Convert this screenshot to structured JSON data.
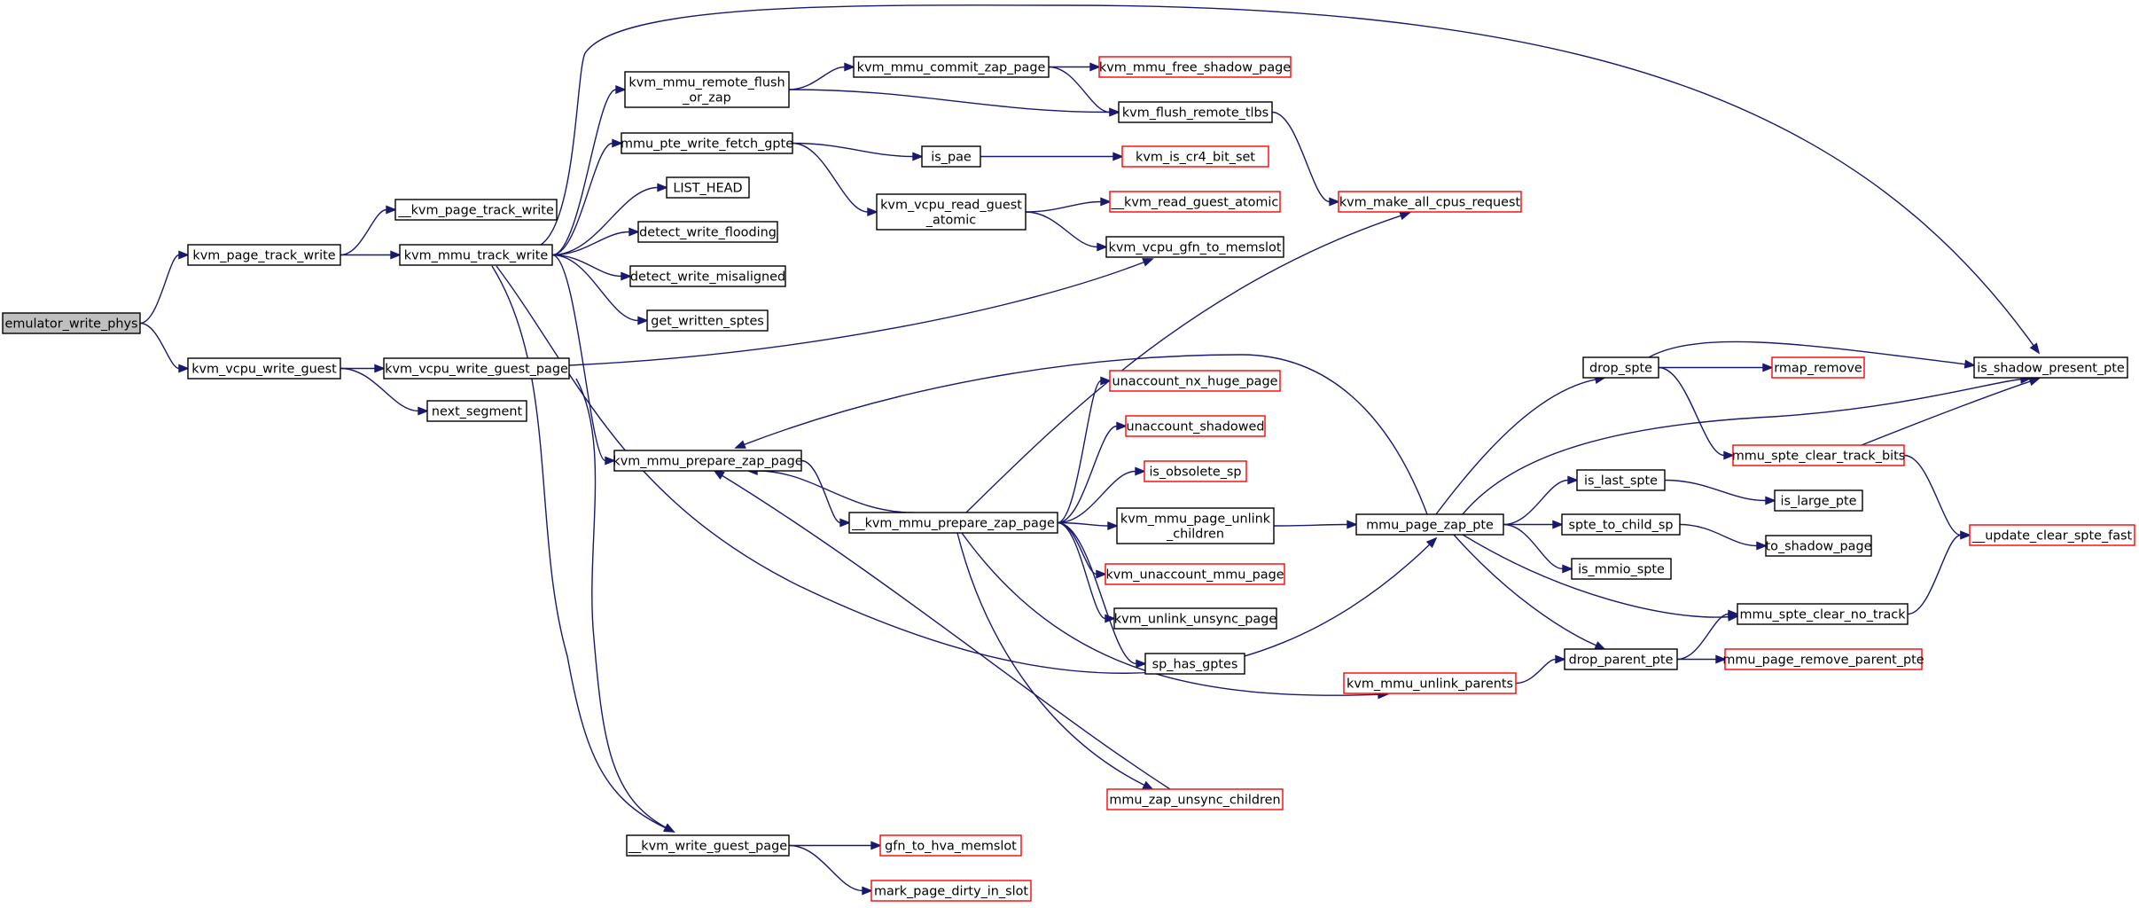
{
  "colors": {
    "root_fill": "#bfbfbf",
    "node_fill": "#ffffff",
    "node_border": "#000000",
    "link_border": "#ff0000",
    "edge": "#191970"
  },
  "nodes": [
    {
      "id": "emulator_write_phys",
      "lines": [
        "emulator_write_phys"
      ],
      "kind": "root"
    },
    {
      "id": "kvm_page_track_write",
      "lines": [
        "kvm_page_track_write"
      ],
      "kind": "normal"
    },
    {
      "id": "kvm_vcpu_write_guest",
      "lines": [
        "kvm_vcpu_write_guest"
      ],
      "kind": "normal"
    },
    {
      "id": "__kvm_page_track_write",
      "lines": [
        "__kvm_page_track_write"
      ],
      "kind": "normal"
    },
    {
      "id": "kvm_mmu_track_write",
      "lines": [
        "kvm_mmu_track_write"
      ],
      "kind": "normal"
    },
    {
      "id": "kvm_vcpu_write_guest_page",
      "lines": [
        "kvm_vcpu_write_guest_page"
      ],
      "kind": "normal"
    },
    {
      "id": "next_segment",
      "lines": [
        "next_segment"
      ],
      "kind": "normal"
    },
    {
      "id": "kvm_mmu_remote_flush_or_zap",
      "lines": [
        "kvm_mmu_remote_flush",
        "_or_zap"
      ],
      "kind": "normal"
    },
    {
      "id": "mmu_pte_write_fetch_gpte",
      "lines": [
        "mmu_pte_write_fetch_gpte"
      ],
      "kind": "normal"
    },
    {
      "id": "LIST_HEAD",
      "lines": [
        "LIST_HEAD"
      ],
      "kind": "normal"
    },
    {
      "id": "detect_write_flooding",
      "lines": [
        "detect_write_flooding"
      ],
      "kind": "normal"
    },
    {
      "id": "detect_write_misaligned",
      "lines": [
        "detect_write_misaligned"
      ],
      "kind": "normal"
    },
    {
      "id": "get_written_sptes",
      "lines": [
        "get_written_sptes"
      ],
      "kind": "normal"
    },
    {
      "id": "kvm_mmu_prepare_zap_page",
      "lines": [
        "kvm_mmu_prepare_zap_page"
      ],
      "kind": "normal"
    },
    {
      "id": "__kvm_write_guest_page",
      "lines": [
        "__kvm_write_guest_page"
      ],
      "kind": "normal"
    },
    {
      "id": "kvm_mmu_commit_zap_page",
      "lines": [
        "kvm_mmu_commit_zap_page"
      ],
      "kind": "normal"
    },
    {
      "id": "kvm_mmu_free_shadow_page",
      "lines": [
        "kvm_mmu_free_shadow_page"
      ],
      "kind": "link"
    },
    {
      "id": "kvm_flush_remote_tlbs",
      "lines": [
        "kvm_flush_remote_tlbs"
      ],
      "kind": "normal"
    },
    {
      "id": "is_pae",
      "lines": [
        "is_pae"
      ],
      "kind": "normal"
    },
    {
      "id": "kvm_is_cr4_bit_set",
      "lines": [
        "kvm_is_cr4_bit_set"
      ],
      "kind": "link"
    },
    {
      "id": "kvm_vcpu_read_guest_atomic",
      "lines": [
        "kvm_vcpu_read_guest",
        "_atomic"
      ],
      "kind": "normal"
    },
    {
      "id": "__kvm_read_guest_atomic",
      "lines": [
        "__kvm_read_guest_atomic"
      ],
      "kind": "link"
    },
    {
      "id": "kvm_vcpu_gfn_to_memslot",
      "lines": [
        "kvm_vcpu_gfn_to_memslot"
      ],
      "kind": "normal"
    },
    {
      "id": "kvm_make_all_cpus_request",
      "lines": [
        "kvm_make_all_cpus_request"
      ],
      "kind": "link"
    },
    {
      "id": "__kvm_mmu_prepare_zap_page",
      "lines": [
        "__kvm_mmu_prepare_zap_page"
      ],
      "kind": "normal"
    },
    {
      "id": "unaccount_nx_huge_page",
      "lines": [
        "unaccount_nx_huge_page"
      ],
      "kind": "link"
    },
    {
      "id": "unaccount_shadowed",
      "lines": [
        "unaccount_shadowed"
      ],
      "kind": "link"
    },
    {
      "id": "is_obsolete_sp",
      "lines": [
        "is_obsolete_sp"
      ],
      "kind": "link"
    },
    {
      "id": "kvm_mmu_page_unlink_children",
      "lines": [
        "kvm_mmu_page_unlink",
        "_children"
      ],
      "kind": "normal"
    },
    {
      "id": "kvm_unaccount_mmu_page",
      "lines": [
        "kvm_unaccount_mmu_page"
      ],
      "kind": "link"
    },
    {
      "id": "kvm_unlink_unsync_page",
      "lines": [
        "kvm_unlink_unsync_page"
      ],
      "kind": "normal"
    },
    {
      "id": "sp_has_gptes",
      "lines": [
        "sp_has_gptes"
      ],
      "kind": "normal"
    },
    {
      "id": "mmu_zap_unsync_children",
      "lines": [
        "mmu_zap_unsync_children"
      ],
      "kind": "link"
    },
    {
      "id": "kvm_mmu_unlink_parents",
      "lines": [
        "kvm_mmu_unlink_parents"
      ],
      "kind": "link"
    },
    {
      "id": "gfn_to_hva_memslot",
      "lines": [
        "gfn_to_hva_memslot"
      ],
      "kind": "link"
    },
    {
      "id": "mark_page_dirty_in_slot",
      "lines": [
        "mark_page_dirty_in_slot"
      ],
      "kind": "link"
    },
    {
      "id": "mmu_page_zap_pte",
      "lines": [
        "mmu_page_zap_pte"
      ],
      "kind": "normal"
    },
    {
      "id": "drop_spte",
      "lines": [
        "drop_spte"
      ],
      "kind": "normal"
    },
    {
      "id": "is_last_spte",
      "lines": [
        "is_last_spte"
      ],
      "kind": "normal"
    },
    {
      "id": "spte_to_child_sp",
      "lines": [
        "spte_to_child_sp"
      ],
      "kind": "normal"
    },
    {
      "id": "is_mmio_spte",
      "lines": [
        "is_mmio_spte"
      ],
      "kind": "normal"
    },
    {
      "id": "drop_parent_pte",
      "lines": [
        "drop_parent_pte"
      ],
      "kind": "normal"
    },
    {
      "id": "rmap_remove",
      "lines": [
        "rmap_remove"
      ],
      "kind": "link"
    },
    {
      "id": "mmu_spte_clear_track_bits",
      "lines": [
        "mmu_spte_clear_track_bits"
      ],
      "kind": "link"
    },
    {
      "id": "is_large_pte",
      "lines": [
        "is_large_pte"
      ],
      "kind": "normal"
    },
    {
      "id": "to_shadow_page",
      "lines": [
        "to_shadow_page"
      ],
      "kind": "normal"
    },
    {
      "id": "mmu_spte_clear_no_track",
      "lines": [
        "mmu_spte_clear_no_track"
      ],
      "kind": "normal"
    },
    {
      "id": "mmu_page_remove_parent_pte",
      "lines": [
        "mmu_page_remove_parent_pte"
      ],
      "kind": "link"
    },
    {
      "id": "is_shadow_present_pte",
      "lines": [
        "is_shadow_present_pte"
      ],
      "kind": "normal"
    },
    {
      "id": "__update_clear_spte_fast",
      "lines": [
        "__update_clear_spte_fast"
      ],
      "kind": "link"
    }
  ],
  "edges": [
    [
      "emulator_write_phys",
      "kvm_page_track_write"
    ],
    [
      "emulator_write_phys",
      "kvm_vcpu_write_guest"
    ],
    [
      "kvm_page_track_write",
      "__kvm_page_track_write"
    ],
    [
      "kvm_page_track_write",
      "kvm_mmu_track_write"
    ],
    [
      "kvm_vcpu_write_guest",
      "kvm_vcpu_write_guest_page"
    ],
    [
      "kvm_vcpu_write_guest",
      "next_segment"
    ],
    [
      "kvm_mmu_track_write",
      "kvm_mmu_remote_flush_or_zap"
    ],
    [
      "kvm_mmu_track_write",
      "mmu_pte_write_fetch_gpte"
    ],
    [
      "kvm_mmu_track_write",
      "LIST_HEAD"
    ],
    [
      "kvm_mmu_track_write",
      "detect_write_flooding"
    ],
    [
      "kvm_mmu_track_write",
      "detect_write_misaligned"
    ],
    [
      "kvm_mmu_track_write",
      "get_written_sptes"
    ],
    [
      "kvm_mmu_track_write",
      "kvm_mmu_prepare_zap_page"
    ],
    [
      "kvm_mmu_track_write",
      "is_shadow_present_pte"
    ],
    [
      "kvm_mmu_track_write",
      "mmu_page_zap_pte"
    ],
    [
      "kvm_mmu_track_write",
      "__kvm_write_guest_page"
    ],
    [
      "kvm_vcpu_write_guest_page",
      "kvm_vcpu_gfn_to_memslot"
    ],
    [
      "kvm_vcpu_write_guest_page",
      "__kvm_write_guest_page"
    ],
    [
      "kvm_mmu_remote_flush_or_zap",
      "kvm_mmu_commit_zap_page"
    ],
    [
      "kvm_mmu_remote_flush_or_zap",
      "kvm_flush_remote_tlbs"
    ],
    [
      "kvm_mmu_commit_zap_page",
      "kvm_mmu_free_shadow_page"
    ],
    [
      "kvm_mmu_commit_zap_page",
      "kvm_flush_remote_tlbs"
    ],
    [
      "kvm_flush_remote_tlbs",
      "kvm_make_all_cpus_request"
    ],
    [
      "mmu_pte_write_fetch_gpte",
      "is_pae"
    ],
    [
      "mmu_pte_write_fetch_gpte",
      "kvm_vcpu_read_guest_atomic"
    ],
    [
      "is_pae",
      "kvm_is_cr4_bit_set"
    ],
    [
      "kvm_vcpu_read_guest_atomic",
      "__kvm_read_guest_atomic"
    ],
    [
      "kvm_vcpu_read_guest_atomic",
      "kvm_vcpu_gfn_to_memslot"
    ],
    [
      "kvm_mmu_prepare_zap_page",
      "__kvm_mmu_prepare_zap_page"
    ],
    [
      "__kvm_mmu_prepare_zap_page",
      "kvm_make_all_cpus_request"
    ],
    [
      "__kvm_mmu_prepare_zap_page",
      "unaccount_nx_huge_page"
    ],
    [
      "__kvm_mmu_prepare_zap_page",
      "unaccount_shadowed"
    ],
    [
      "__kvm_mmu_prepare_zap_page",
      "is_obsolete_sp"
    ],
    [
      "__kvm_mmu_prepare_zap_page",
      "kvm_mmu_page_unlink_children"
    ],
    [
      "__kvm_mmu_prepare_zap_page",
      "kvm_unaccount_mmu_page"
    ],
    [
      "__kvm_mmu_prepare_zap_page",
      "kvm_unlink_unsync_page"
    ],
    [
      "__kvm_mmu_prepare_zap_page",
      "sp_has_gptes"
    ],
    [
      "__kvm_mmu_prepare_zap_page",
      "mmu_zap_unsync_children"
    ],
    [
      "__kvm_mmu_prepare_zap_page",
      "kvm_mmu_unlink_parents"
    ],
    [
      "__kvm_mmu_prepare_zap_page",
      "kvm_mmu_prepare_zap_page"
    ],
    [
      "mmu_zap_unsync_children",
      "kvm_mmu_prepare_zap_page"
    ],
    [
      "mmu_page_zap_pte",
      "kvm_mmu_prepare_zap_page"
    ],
    [
      "kvm_mmu_page_unlink_children",
      "mmu_page_zap_pte"
    ],
    [
      "kvm_mmu_unlink_parents",
      "drop_parent_pte"
    ],
    [
      "__kvm_write_guest_page",
      "gfn_to_hva_memslot"
    ],
    [
      "__kvm_write_guest_page",
      "mark_page_dirty_in_slot"
    ],
    [
      "mmu_page_zap_pte",
      "drop_spte"
    ],
    [
      "mmu_page_zap_pte",
      "is_shadow_present_pte"
    ],
    [
      "mmu_page_zap_pte",
      "is_last_spte"
    ],
    [
      "mmu_page_zap_pte",
      "spte_to_child_sp"
    ],
    [
      "mmu_page_zap_pte",
      "is_mmio_spte"
    ],
    [
      "mmu_page_zap_pte",
      "mmu_spte_clear_no_track"
    ],
    [
      "mmu_page_zap_pte",
      "drop_parent_pte"
    ],
    [
      "drop_spte",
      "rmap_remove"
    ],
    [
      "drop_spte",
      "is_shadow_present_pte"
    ],
    [
      "drop_spte",
      "mmu_spte_clear_track_bits"
    ],
    [
      "mmu_spte_clear_track_bits",
      "is_shadow_present_pte"
    ],
    [
      "mmu_spte_clear_track_bits",
      "__update_clear_spte_fast"
    ],
    [
      "is_last_spte",
      "is_large_pte"
    ],
    [
      "spte_to_child_sp",
      "to_shadow_page"
    ],
    [
      "drop_parent_pte",
      "mmu_spte_clear_no_track"
    ],
    [
      "drop_parent_pte",
      "mmu_page_remove_parent_pte"
    ],
    [
      "mmu_spte_clear_no_track",
      "__update_clear_spte_fast"
    ]
  ]
}
